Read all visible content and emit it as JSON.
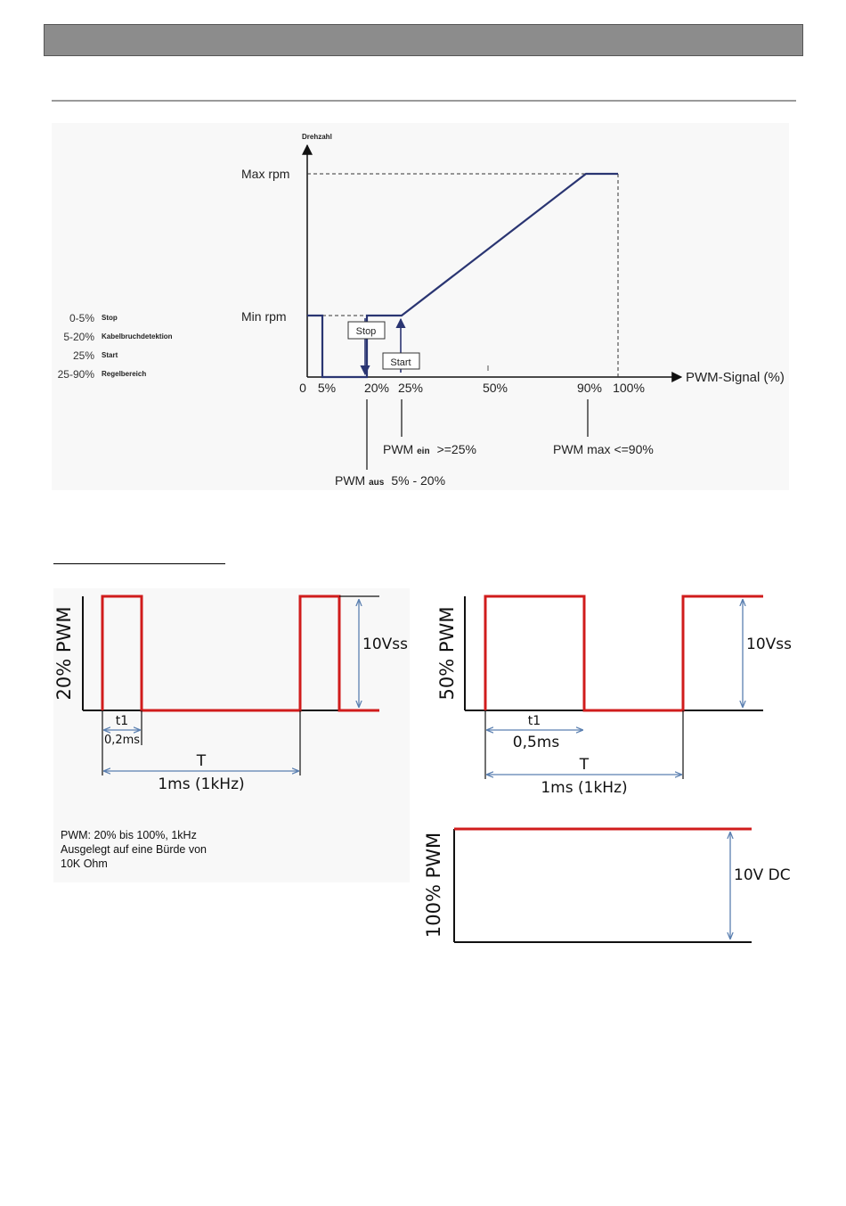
{
  "speed_chart": {
    "y_axis_title": "Drehzahl",
    "y_labels": {
      "max": "Max rpm",
      "min": "Min rpm"
    },
    "x_axis_title": "PWM-Signal (%)",
    "x_ticks": [
      "0",
      "5%",
      "20%",
      "25%",
      "50%",
      "90%",
      "100%"
    ],
    "stop_box": "Stop",
    "start_box": "Start",
    "pwm_on": {
      "prefix": "PWM",
      "sub": "ein",
      "suffix": ">=25%"
    },
    "pwm_max": "PWM max <=90%",
    "pwm_off": {
      "prefix": "PWM",
      "sub": "aus",
      "suffix": "5% - 20%"
    },
    "legend": [
      {
        "range": "0-5%",
        "desc": "Stop"
      },
      {
        "range": "5-20%",
        "desc": "Kabelbruchdetektion"
      },
      {
        "range": "25%",
        "desc": "Start"
      },
      {
        "range": "25-90%",
        "desc": "Regelbereich"
      }
    ]
  },
  "chart_data": {
    "type": "line",
    "x": [
      0,
      5,
      5,
      20,
      20,
      25,
      90,
      100
    ],
    "y_levels": [
      "Min rpm",
      "Min rpm",
      "0",
      "0",
      "Min rpm",
      "Min rpm",
      "Max rpm",
      "Max rpm"
    ],
    "xlabel": "PWM-Signal (%)",
    "ylabel": "Drehzahl"
  },
  "wave_20": {
    "label": "20% PWM",
    "amplitude": "10Vss",
    "t1_label": "t1",
    "t1_value": "0,2ms",
    "period_label": "T",
    "period_value": "1ms (1kHz)"
  },
  "wave_50": {
    "label": "50% PWM",
    "amplitude": "10Vss",
    "t1_label": "t1",
    "t1_value": "0,5ms",
    "period_label": "T",
    "period_value": "1ms (1kHz)"
  },
  "wave_100": {
    "label": "100% PWM",
    "amplitude": "10V DC"
  },
  "note": {
    "line1": "PWM: 20% bis 100%, 1kHz",
    "line2": "Ausgelegt auf eine Bürde von",
    "line3": "10K Ohm"
  },
  "colors": {
    "signal": "#d01c1c",
    "curve": "#2a3572",
    "dimension": "#5a7fb0",
    "bar": "#8c8c8c"
  }
}
